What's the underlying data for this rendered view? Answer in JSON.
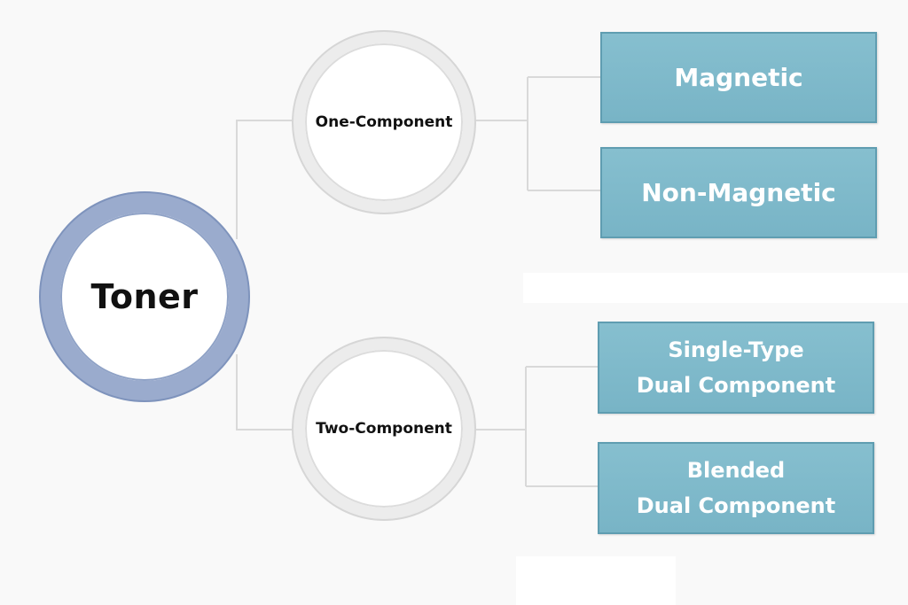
{
  "diagram": {
    "root": {
      "label": "Toner"
    },
    "branches": [
      {
        "label": "One-Component",
        "leaves": [
          {
            "label": "Magnetic"
          },
          {
            "label": "Non-Magnetic"
          }
        ]
      },
      {
        "label": "Two-Component",
        "leaves": [
          {
            "label": "Single-Type\nDual Component"
          },
          {
            "label": "Blended\nDual Component"
          }
        ]
      }
    ],
    "colors": {
      "root_ring": "#9aabcd",
      "branch_ring": "#ececec",
      "leaf_fill": "#80bbcc",
      "leaf_border": "#5f9db1",
      "connector": "#d9d9d9",
      "background": "#f9f9f9"
    }
  }
}
